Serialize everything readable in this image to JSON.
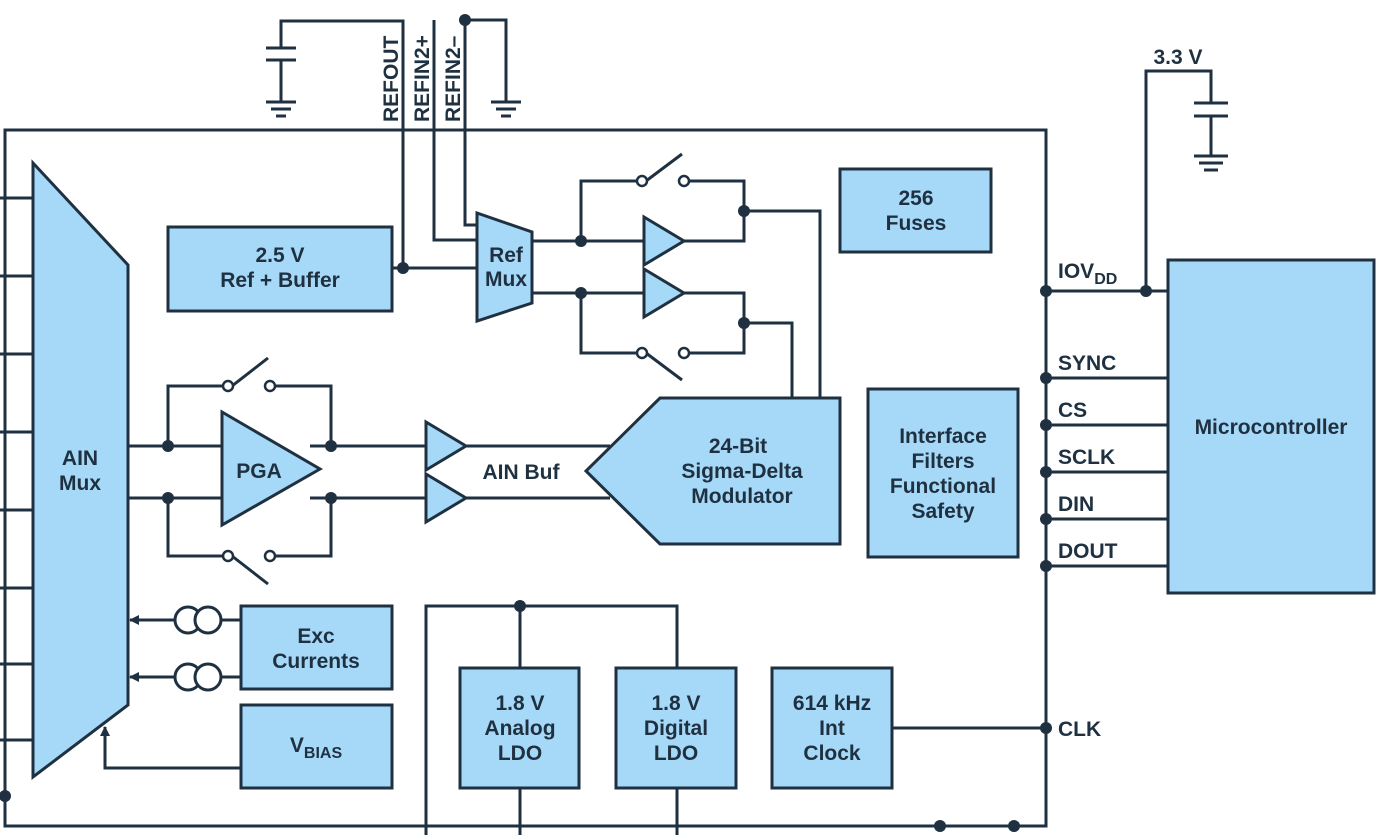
{
  "colors": {
    "block_fill": "#a6d8f7",
    "line": "#1f3141",
    "background": "#ffffff"
  },
  "pins": {
    "refout": "REFOUT",
    "refin2p": "REFIN2+",
    "refin2m": "REFIN2–",
    "supply": "3.3 V",
    "iovdd": "IOV",
    "iovdd_sub": "DD",
    "sync": "SYNC",
    "cs": "CS",
    "sclk": "SCLK",
    "din": "DIN",
    "dout": "DOUT",
    "clk": "CLK"
  },
  "blocks": {
    "ref_buffer": {
      "line1": "2.5 V",
      "line2": "Ref + Buffer"
    },
    "ref_mux": {
      "line1": "Ref",
      "line2": "Mux"
    },
    "fuses": {
      "line1": "256",
      "line2": "Fuses"
    },
    "ain_mux": {
      "line1": "AIN",
      "line2": "Mux"
    },
    "pga": "PGA",
    "ain_buf": "AIN Buf",
    "modulator": {
      "line1": "24-Bit",
      "line2": "Sigma-Delta",
      "line3": "Modulator"
    },
    "interface": {
      "line1": "Interface",
      "line2": "Filters",
      "line3": "Functional",
      "line4": "Safety"
    },
    "microcontroller": "Microcontroller",
    "exc_currents": {
      "line1": "Exc",
      "line2": "Currents"
    },
    "vbias": {
      "main": "V",
      "sub": "BIAS"
    },
    "analog_ldo": {
      "line1": "1.8 V",
      "line2": "Analog",
      "line3": "LDO"
    },
    "digital_ldo": {
      "line1": "1.8 V",
      "line2": "Digital",
      "line3": "LDO"
    },
    "int_clock": {
      "line1": "614 kHz",
      "line2": "Int",
      "line3": "Clock"
    }
  }
}
